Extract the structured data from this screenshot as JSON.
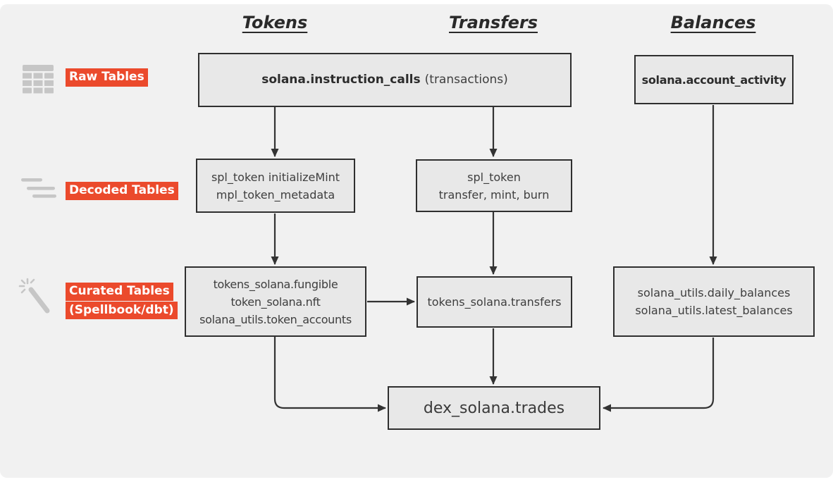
{
  "columns": [
    {
      "label": "Tokens"
    },
    {
      "label": "Transfers"
    },
    {
      "label": "Balances"
    }
  ],
  "row_labels": [
    {
      "title": "Raw Tables",
      "icon": "table-grid-icon"
    },
    {
      "title": "Decoded Tables",
      "icon": "list-lines-icon"
    },
    {
      "title": "Curated Tables",
      "subtitle": "(Spellbook/dbt)",
      "icon": "magic-wand-icon"
    }
  ],
  "nodes": {
    "raw_main": {
      "name": "solana.instruction_calls",
      "note": "(transactions)"
    },
    "raw_balances": {
      "name": "solana.account_activity"
    },
    "decoded_tokens": {
      "lines": [
        "spl_token initializeMint",
        "mpl_token_metadata"
      ]
    },
    "decoded_transfers": {
      "lines": [
        "spl_token",
        "transfer, mint, burn"
      ]
    },
    "curated_tokens": {
      "lines": [
        "tokens_solana.fungible",
        "token_solana.nft",
        "solana_utils.token_accounts"
      ]
    },
    "curated_transfers": {
      "lines": [
        "tokens_solana.transfers"
      ]
    },
    "curated_balances": {
      "lines": [
        "solana_utils.daily_balances",
        "solana_utils.latest_balances"
      ]
    },
    "dex_trades": {
      "name": "dex_solana.trades"
    }
  },
  "colors": {
    "label_background": "#EB4A2C",
    "node_fill": "#E8E8E8",
    "node_border": "#2F2F2F",
    "arrow": "#333333",
    "canvas_background": "#F1F1F1",
    "icon_gray": "#C6C6C6"
  }
}
